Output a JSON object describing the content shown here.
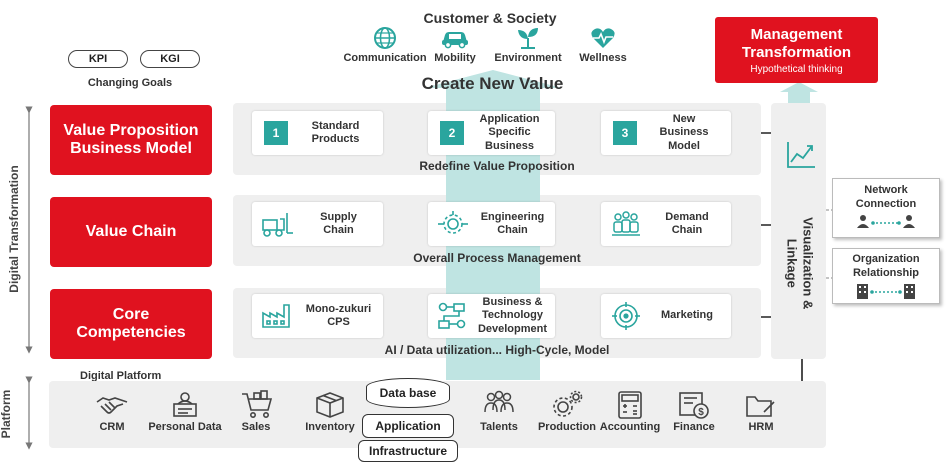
{
  "top": {
    "title": "Customer & Society",
    "items": [
      {
        "label": "Communication",
        "icon": "globe-icon"
      },
      {
        "label": "Mobility",
        "icon": "car-icon"
      },
      {
        "label": "Environment",
        "icon": "sprout-icon"
      },
      {
        "label": "Wellness",
        "icon": "heart-pulse-icon"
      }
    ],
    "create_value": "Create New Value"
  },
  "management": {
    "title_line1": "Management",
    "title_line2": "Transformation",
    "subtitle": "Hypothetical thinking"
  },
  "goals": {
    "kpi": "KPI",
    "kgi": "KGI",
    "label": "Changing Goals"
  },
  "axis": {
    "digital_transformation": "Digital Transformation",
    "platform": "Platform"
  },
  "rows": [
    {
      "label_line1": "Value Proposition",
      "label_line2": "Business Model",
      "caption": "Redefine Value Proposition",
      "cards": [
        {
          "number": "1",
          "lines": [
            "Standard",
            "Products"
          ]
        },
        {
          "number": "2",
          "lines": [
            "Application",
            "Specific",
            "Business"
          ]
        },
        {
          "number": "3",
          "lines": [
            "New",
            "Business",
            "Model"
          ]
        }
      ]
    },
    {
      "label_line1": "Value Chain",
      "label_line2": "",
      "caption": "Overall Process Management",
      "cards": [
        {
          "icon": "forklift-icon",
          "lines": [
            "Supply",
            "Chain"
          ]
        },
        {
          "icon": "gear-network-icon",
          "lines": [
            "Engineering",
            "Chain"
          ]
        },
        {
          "icon": "people-group-icon",
          "lines": [
            "Demand",
            "Chain"
          ]
        }
      ]
    },
    {
      "label_line1": "Core",
      "label_line2": "Competencies",
      "caption": "AI / Data utilization... High-Cycle, Model",
      "cards": [
        {
          "icon": "factory-icon",
          "lines": [
            "Mono-zukuri",
            "CPS"
          ]
        },
        {
          "icon": "workflow-icon",
          "lines": [
            "Business &",
            "Technology",
            "Development"
          ]
        },
        {
          "icon": "target-icon",
          "lines": [
            "Marketing"
          ]
        }
      ]
    }
  ],
  "visualization": {
    "line1": "Visualization &",
    "line2": "Linkage",
    "icon": "line-chart-icon"
  },
  "side_boxes": [
    {
      "line1": "Network",
      "line2": "Connection",
      "icon": "network-people-icon"
    },
    {
      "line1": "Organization",
      "line2": "Relationship",
      "icon": "buildings-icon"
    }
  ],
  "platform": {
    "title": "Digital Platform",
    "left_items": [
      {
        "label": "CRM",
        "icon": "handshake-icon"
      },
      {
        "label": "Personal Data",
        "icon": "id-card-icon"
      },
      {
        "label": "Sales",
        "icon": "cart-icon"
      },
      {
        "label": "Inventory",
        "icon": "box-icon"
      }
    ],
    "stack": {
      "database": "Data base",
      "application": "Application",
      "infrastructure": "Infrastructure"
    },
    "right_items": [
      {
        "label": "Talents",
        "icon": "team-icon"
      },
      {
        "label": "Production",
        "icon": "gears-icon"
      },
      {
        "label": "Accounting",
        "icon": "calculator-icon"
      },
      {
        "label": "Finance",
        "icon": "finance-doc-icon"
      },
      {
        "label": "HRM",
        "icon": "folder-icon"
      }
    ]
  },
  "colors": {
    "red": "#e0121f",
    "teal": "#2aa59e",
    "light_teal": "#bfe4e2",
    "band_gray": "#efefef",
    "dark": "#333333"
  }
}
